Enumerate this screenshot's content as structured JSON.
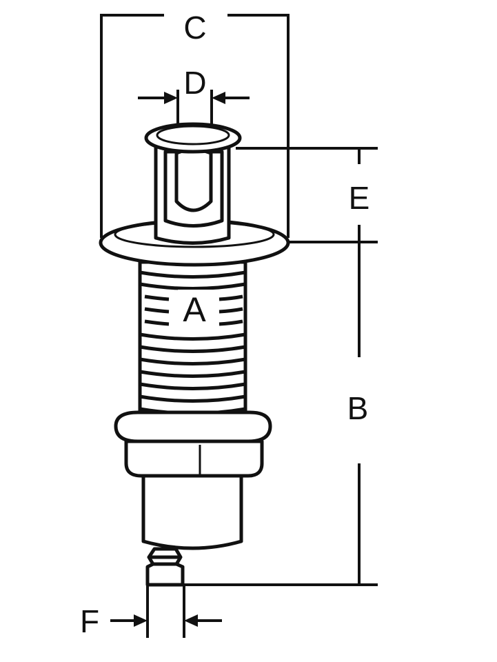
{
  "diagram": {
    "labels": {
      "a": "A",
      "b": "B",
      "c": "C",
      "d": "D",
      "e": "E",
      "f": "F"
    },
    "colors": {
      "line": "#111111",
      "background": "#ffffff"
    }
  }
}
